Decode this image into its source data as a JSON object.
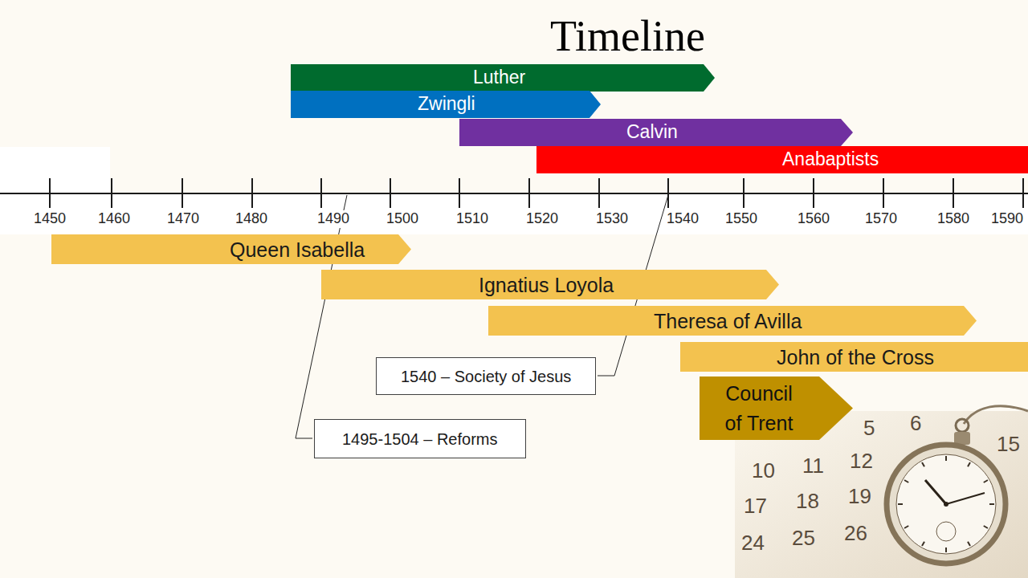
{
  "diagram": {
    "title": "Timeline",
    "nodes": [
      {
        "text": [
          "Luther"
        ]
      },
      {
        "text": [
          "Zwingli"
        ]
      },
      {
        "text": [
          "Calvin"
        ]
      },
      {
        "text": [
          "Anabaptists"
        ]
      },
      {
        "text": [
          "Queen Isabella"
        ]
      },
      {
        "text": [
          "Ignatius Loyola"
        ]
      },
      {
        "text": [
          "Theresa of Avilla"
        ]
      },
      {
        "text": [
          "John of the Cross"
        ]
      },
      {
        "text": [
          "1540 – Society of Jesus"
        ]
      },
      {
        "text": [
          "Council of Trent"
        ]
      },
      {
        "text": [
          "1495-1504 – Reforms"
        ]
      }
    ],
    "labels": [
      "1450",
      "1460",
      "1470",
      "1480",
      "1490",
      "1500",
      "1510",
      "1520",
      "1530",
      "1540",
      "1550",
      "1560",
      "1570",
      "1580",
      "1590",
      "5",
      "6",
      "15",
      "10",
      "11",
      "12",
      "17",
      "18",
      "19",
      "24",
      "25",
      "26"
    ]
  }
}
